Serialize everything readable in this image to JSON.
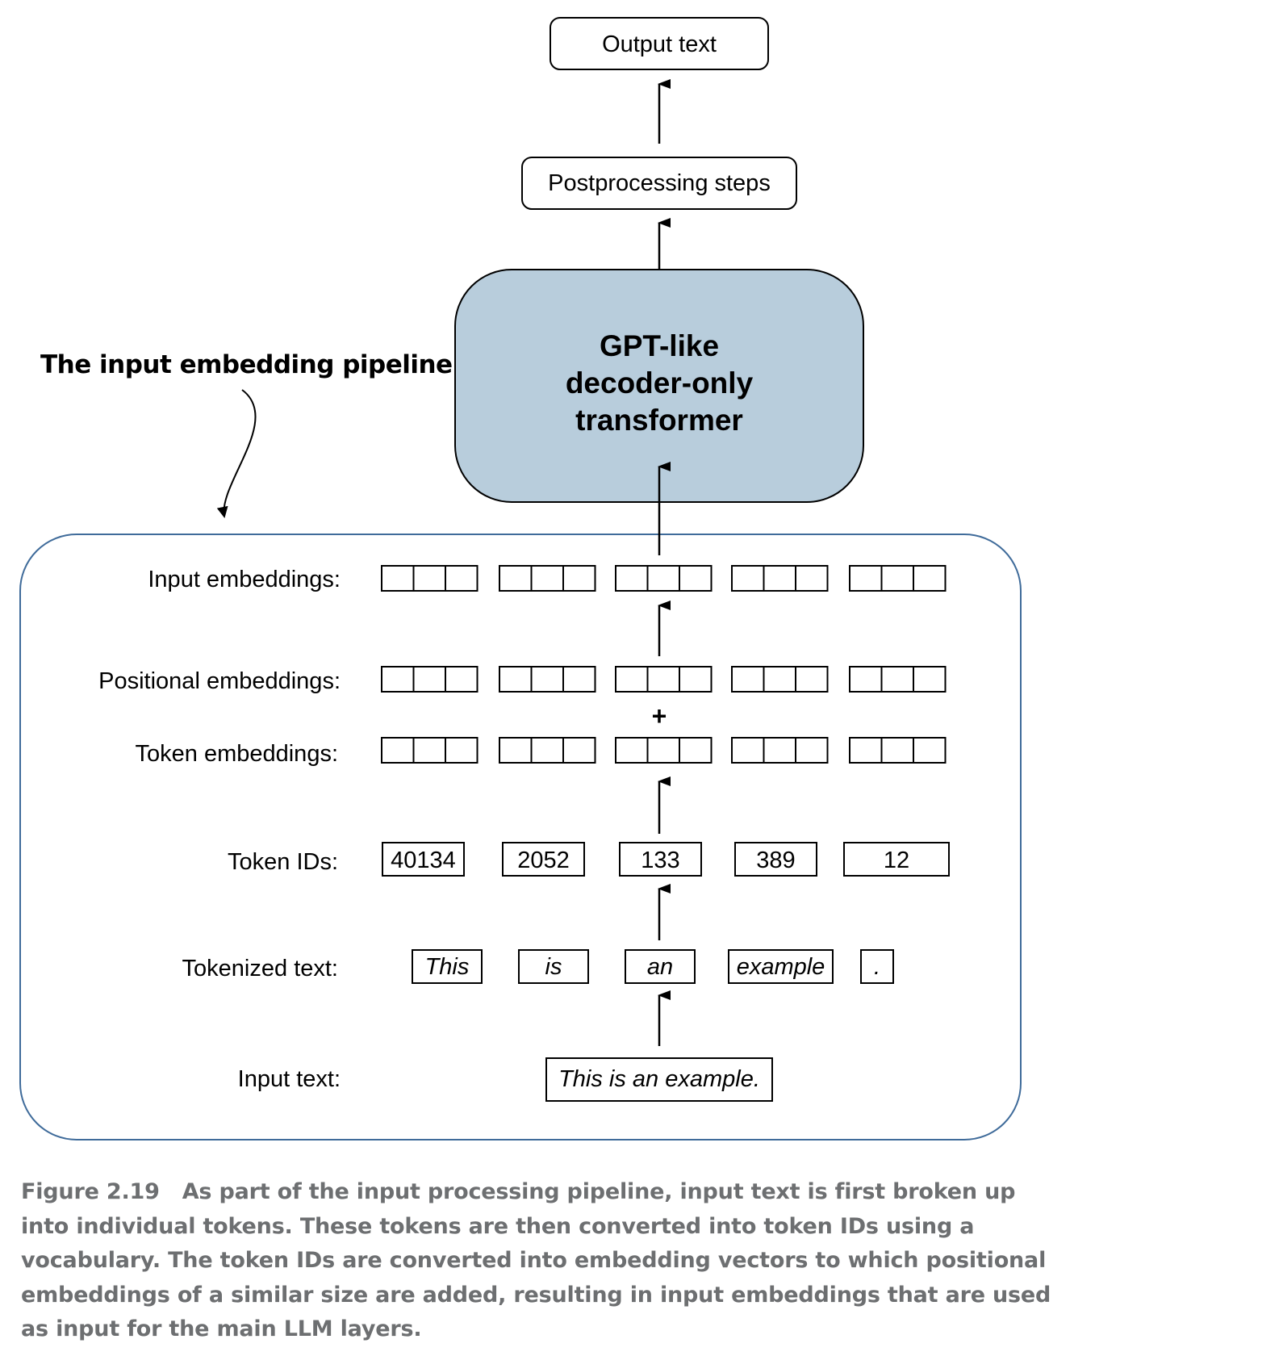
{
  "output_text": "Output text",
  "postprocessing": "Postprocessing steps",
  "transformer": {
    "lines": [
      "GPT-like",
      "decoder-only",
      "transformer"
    ]
  },
  "pipeline_title": "The input embedding pipeline",
  "rows": {
    "input_embeddings": "Input embeddings:",
    "positional_embeddings": "Positional embeddings:",
    "token_embeddings": "Token embeddings:",
    "token_ids": "Token IDs:",
    "tokenized_text": "Tokenized text:",
    "input_text": "Input text:"
  },
  "plus": "+",
  "token_ids": [
    "40134",
    "2052",
    "133",
    "389",
    "12"
  ],
  "tokens": [
    "This",
    "is",
    "an",
    "example",
    "."
  ],
  "input_text_value": "This is an example.",
  "caption": {
    "label": "Figure 2.19",
    "text": "As part of the input processing pipeline, input text is first broken up into individual tokens. These tokens are then converted into token IDs using a vocabulary. The token IDs are converted into embedding vectors to which positional embeddings of a similar size are added, resulting in input embeddings that are used as input for the main LLM layers."
  },
  "colors": {
    "transformer_fill": "#b8cddc",
    "pipeline_border": "#3f6b9a",
    "caption": "#6d6f71"
  }
}
